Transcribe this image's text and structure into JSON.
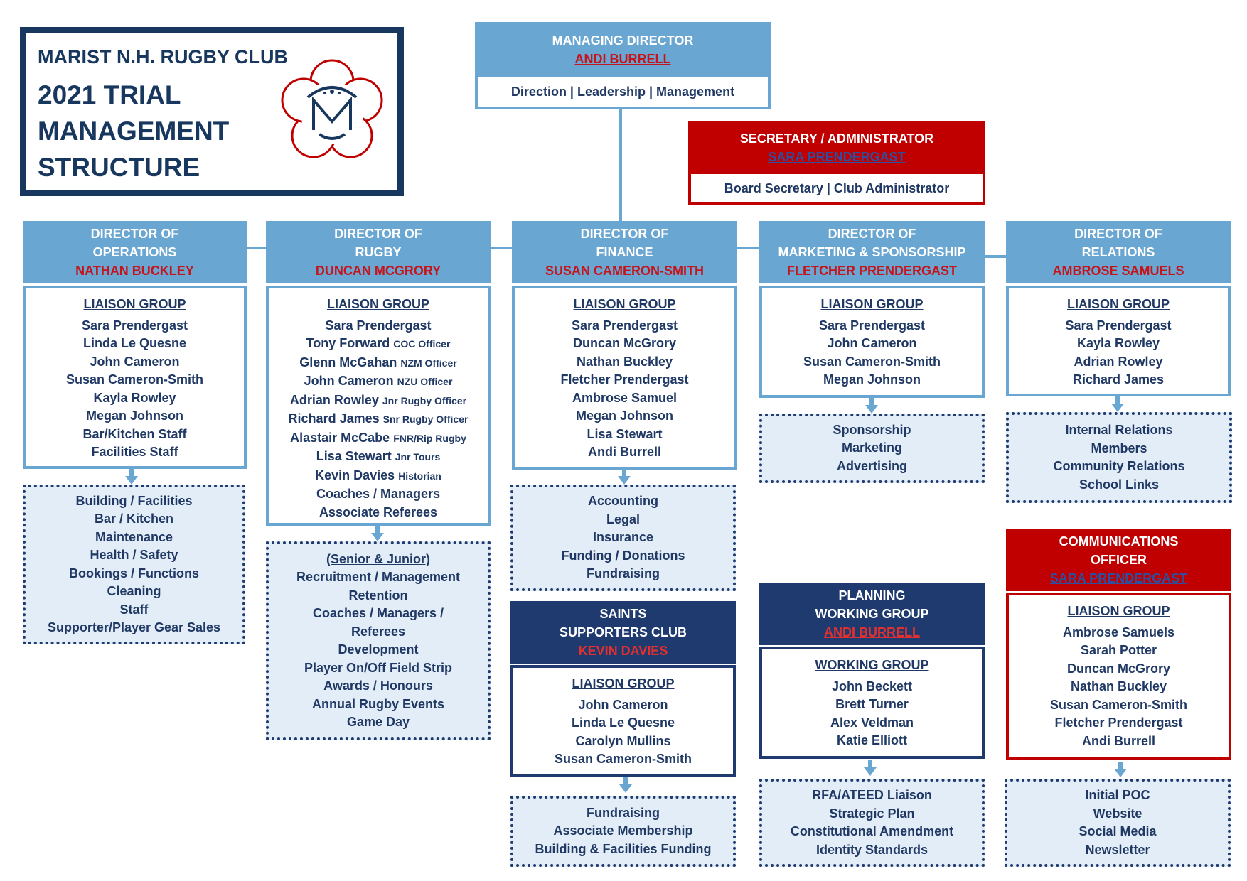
{
  "title": {
    "club": "MARIST N.H. RUGBY CLUB",
    "lines": [
      "2021 TRIAL",
      "MANAGEMENT",
      "STRUCTURE"
    ]
  },
  "colors": {
    "light_blue": "#6aa6d2",
    "red": "#c00000",
    "navy": "#1f3a6e",
    "text_navy": "#1f3864",
    "task_fill": "#e3edf7"
  },
  "managing_director": {
    "title": "MANAGING DIRECTOR",
    "name": "ANDI BURRELL",
    "duties": "Direction | Leadership | Management"
  },
  "secretary": {
    "title": "SECRETARY / ADMINISTRATOR",
    "name": "SARA PRENDERGAST",
    "duties": "Board Secretary | Club Administrator"
  },
  "directors": [
    {
      "title1": "DIRECTOR OF",
      "title2": "OPERATIONS",
      "name": "NATHAN BUCKLEY",
      "liaison_heading": "LIAISON GROUP",
      "liaison": [
        {
          "n": "Sara Prendergast",
          "r": ""
        },
        {
          "n": "Linda Le Quesne",
          "r": ""
        },
        {
          "n": "John Cameron",
          "r": ""
        },
        {
          "n": "Susan Cameron-Smith",
          "r": ""
        },
        {
          "n": "Kayla Rowley",
          "r": ""
        },
        {
          "n": "Megan Johnson",
          "r": ""
        },
        {
          "n": "Bar/Kitchen Staff",
          "r": ""
        },
        {
          "n": "Facilities Staff",
          "r": ""
        }
      ],
      "tasks": [
        "Building / Facilities",
        "Bar / Kitchen",
        "Maintenance",
        "Health / Safety",
        "Bookings / Functions",
        "Cleaning",
        "Staff",
        "Supporter/Player Gear Sales"
      ]
    },
    {
      "title1": "DIRECTOR OF",
      "title2": "RUGBY",
      "name": "DUNCAN MCGRORY",
      "liaison_heading": "LIAISON GROUP",
      "liaison": [
        {
          "n": "Sara Prendergast",
          "r": ""
        },
        {
          "n": "Tony Forward",
          "r": "COC Officer"
        },
        {
          "n": "Glenn McGahan",
          "r": "NZM Officer"
        },
        {
          "n": "John Cameron",
          "r": "NZU Officer"
        },
        {
          "n": "Adrian Rowley",
          "r": "Jnr Rugby Officer"
        },
        {
          "n": "Richard James",
          "r": "Snr Rugby Officer"
        },
        {
          "n": "Alastair McCabe",
          "r": "FNR/Rip Rugby"
        },
        {
          "n": "Lisa Stewart",
          "r": "Jnr Tours"
        },
        {
          "n": "Kevin Davies",
          "r": "Historian"
        },
        {
          "n": "Coaches / Managers",
          "r": ""
        },
        {
          "n": "Associate Referees",
          "r": ""
        }
      ],
      "tasks_heading": "(Senior & Junior)",
      "tasks": [
        "Recruitment / Management",
        "Retention",
        "Coaches / Managers /",
        "Referees",
        "Development",
        "Player On/Off Field Strip",
        "Awards / Honours",
        "Annual Rugby Events",
        "Game Day"
      ]
    },
    {
      "title1": "DIRECTOR OF",
      "title2": "FINANCE",
      "name": "SUSAN CAMERON-SMITH",
      "liaison_heading": "LIAISON GROUP",
      "liaison": [
        {
          "n": "Sara Prendergast",
          "r": ""
        },
        {
          "n": "Duncan McGrory",
          "r": ""
        },
        {
          "n": "Nathan Buckley",
          "r": ""
        },
        {
          "n": "Fletcher Prendergast",
          "r": ""
        },
        {
          "n": "Ambrose Samuel",
          "r": ""
        },
        {
          "n": "Megan Johnson",
          "r": ""
        },
        {
          "n": "Lisa Stewart",
          "r": ""
        },
        {
          "n": "Andi Burrell",
          "r": ""
        }
      ],
      "tasks": [
        "Accounting",
        "Legal",
        "Insurance",
        "Funding / Donations",
        "Fundraising"
      ]
    },
    {
      "title1": "DIRECTOR OF",
      "title2": "MARKETING & SPONSORSHIP",
      "name": "FLETCHER PRENDERGAST",
      "liaison_heading": "LIAISON GROUP",
      "liaison": [
        {
          "n": "Sara Prendergast",
          "r": ""
        },
        {
          "n": "John Cameron",
          "r": ""
        },
        {
          "n": "Susan Cameron-Smith",
          "r": ""
        },
        {
          "n": "Megan Johnson",
          "r": ""
        }
      ],
      "tasks": [
        "Sponsorship",
        "Marketing",
        "Advertising"
      ]
    },
    {
      "title1": "DIRECTOR OF",
      "title2": "RELATIONS",
      "name": "AMBROSE SAMUELS",
      "liaison_heading": "LIAISON GROUP",
      "liaison": [
        {
          "n": "Sara Prendergast",
          "r": ""
        },
        {
          "n": "Kayla Rowley",
          "r": ""
        },
        {
          "n": "Adrian Rowley",
          "r": ""
        },
        {
          "n": "Richard James",
          "r": ""
        }
      ],
      "tasks": [
        "Internal Relations",
        "Members",
        "Community Relations",
        "School Links"
      ]
    }
  ],
  "saints": {
    "title1": "SAINTS",
    "title2": "SUPPORTERS CLUB",
    "name": "KEVIN DAVIES",
    "liaison_heading": "LIAISON GROUP",
    "liaison": [
      "John Cameron",
      "Linda Le Quesne",
      "Carolyn Mullins",
      "Susan Cameron-Smith"
    ],
    "tasks": [
      "Fundraising",
      "Associate Membership",
      "Building & Facilities Funding"
    ]
  },
  "planning": {
    "title1": "PLANNING",
    "title2": "WORKING GROUP",
    "name": "ANDI BURRELL",
    "liaison_heading": "WORKING GROUP",
    "liaison": [
      "John Beckett",
      "Brett Turner",
      "Alex Veldman",
      "Katie Elliott"
    ],
    "tasks": [
      "RFA/ATEED Liaison",
      "Strategic Plan",
      "Constitutional Amendment",
      "Identity Standards"
    ]
  },
  "comms": {
    "title1": "COMMUNICATIONS",
    "title2": "OFFICER",
    "name": "SARA PRENDERGAST",
    "liaison_heading": "LIAISON GROUP",
    "liaison": [
      "Ambrose Samuels",
      "Sarah Potter",
      "Duncan McGrory",
      "Nathan Buckley",
      "Susan Cameron-Smith",
      "Fletcher Prendergast",
      "Andi Burrell"
    ],
    "tasks": [
      "Initial POC",
      "Website",
      "Social Media",
      "Newsletter"
    ]
  }
}
